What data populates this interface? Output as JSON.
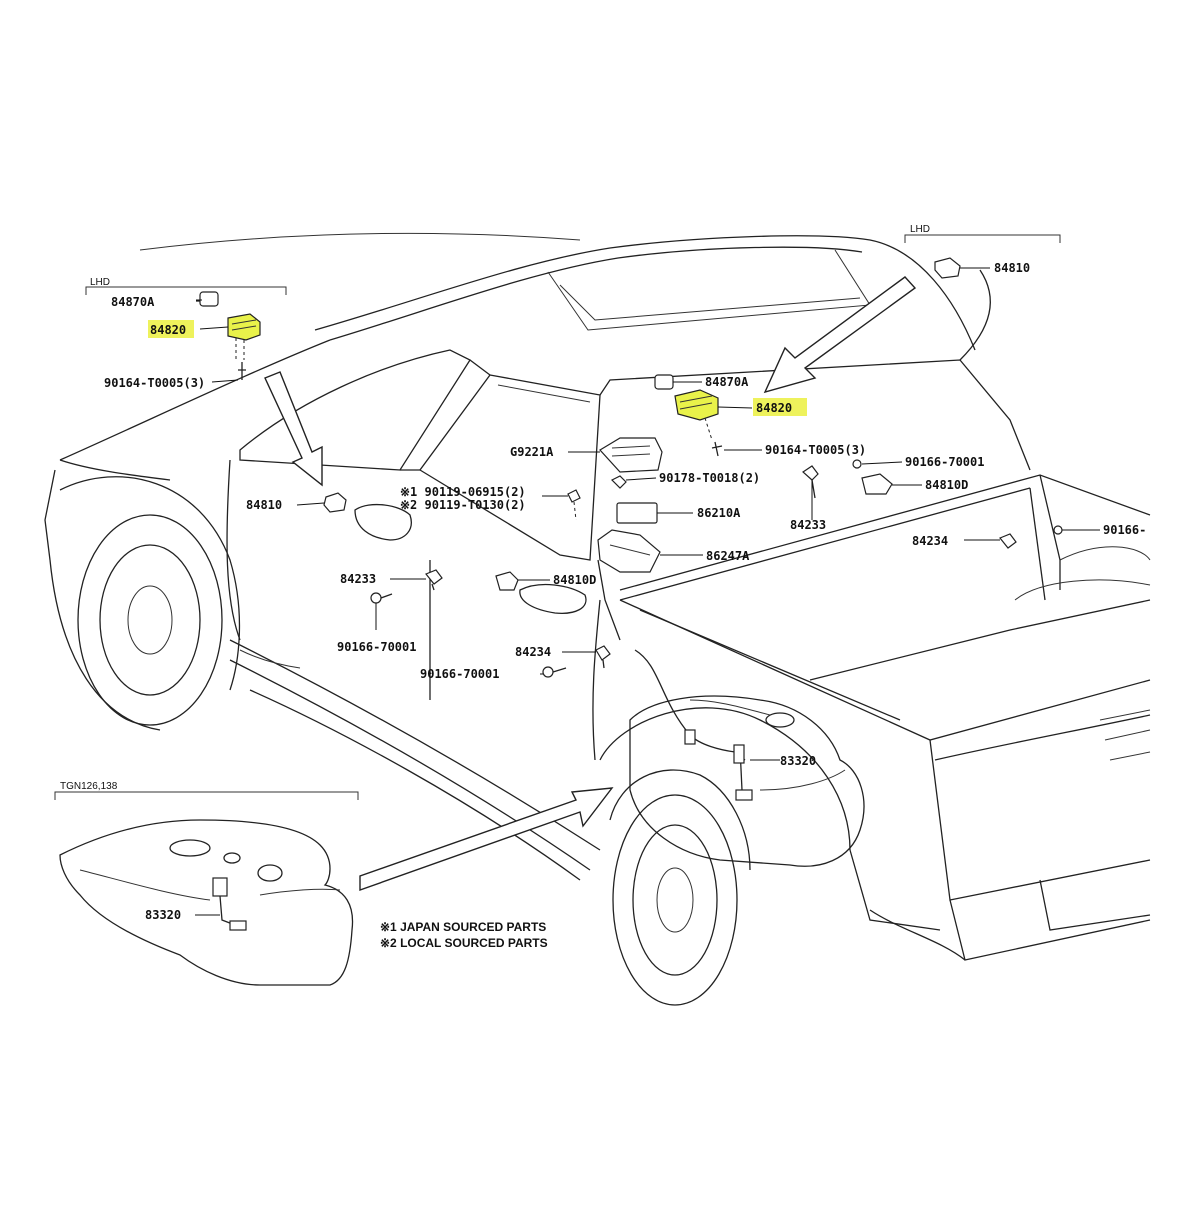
{
  "accent_color": "#eef25c",
  "brackets": {
    "lhd_left": "LHD",
    "lhd_right": "LHD",
    "tgn": "TGN126,138"
  },
  "labels": {
    "p84870a_left": "84870A",
    "p84820_left": "84820",
    "p90164_left": "90164-T0005(3)",
    "p84810_top": "84810",
    "p84870a_mid": "84870A",
    "p84820_mid": "84820",
    "p90164_mid": "90164-T0005(3)",
    "g9221a": "G9221A",
    "p90178": "90178-T0018(2)",
    "p90166_top": "90166-70001",
    "p84810d_right": "84810D",
    "p84810_door": "84810",
    "p90119_1": "※1 90119-06915(2)",
    "p90119_2": "※2 90119-T0130(2)",
    "p86210a": "86210A",
    "p84233_right": "84233",
    "p86247a": "86247A",
    "p84234_right": "84234",
    "p90166_edge": "90166-",
    "p84233_left": "84233",
    "p84810d_mid": "84810D",
    "p90166_left": "90166-70001",
    "p84234_mid": "84234",
    "p90166_mid": "90166-70001",
    "p83320_main": "83320",
    "p83320_inset": "83320"
  },
  "notes": {
    "note1": "※1 JAPAN SOURCED PARTS",
    "note2": "※2 LOCAL SOURCED PARTS"
  }
}
